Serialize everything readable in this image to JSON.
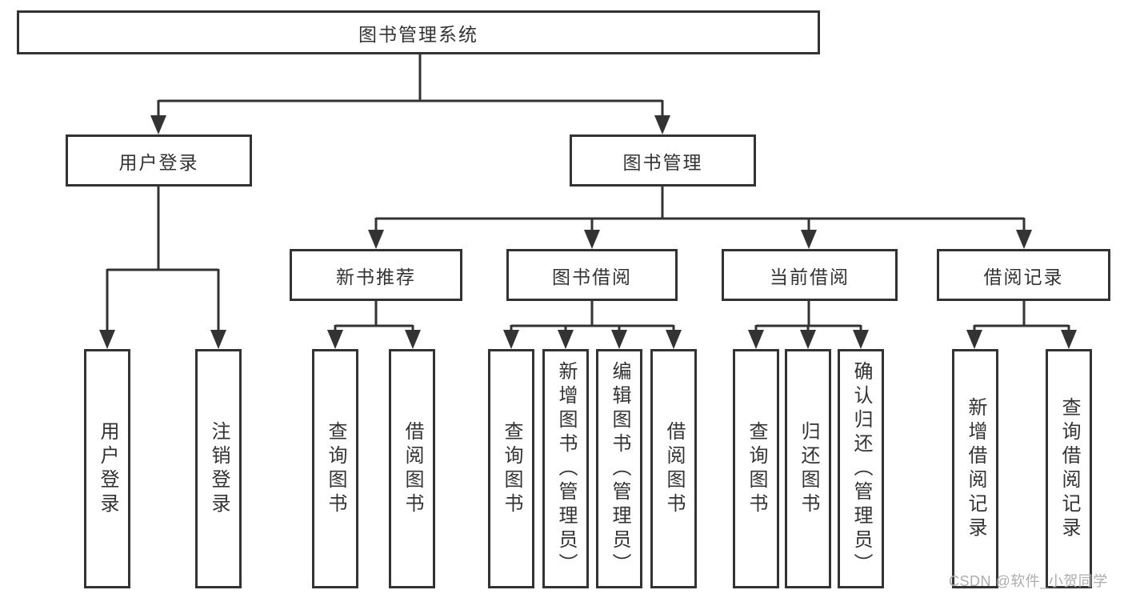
{
  "tree": {
    "root": "图书管理系统",
    "branches": [
      {
        "label": "用户登录",
        "children": [
          "用户登录",
          "注销登录"
        ]
      },
      {
        "label": "图书管理",
        "children": [
          {
            "label": "新书推荐",
            "children": [
              "查询图书",
              "借阅图书"
            ]
          },
          {
            "label": "图书借阅",
            "children": [
              "查询图书",
              "新增图书（管理员）",
              "编辑图书（管理员）",
              "借阅图书"
            ]
          },
          {
            "label": "当前借阅",
            "children": [
              "查询图书",
              "归还图书",
              "确认归还（管理员）"
            ]
          },
          {
            "label": "借阅记录",
            "children": [
              "新增借阅记录",
              "查询借阅记录"
            ]
          }
        ]
      }
    ]
  },
  "watermark": "CSDN @软件_小贺同学",
  "colors": {
    "line": "#333333",
    "text": "#333333",
    "watermark": "#adadad",
    "background": "#ffffff"
  }
}
